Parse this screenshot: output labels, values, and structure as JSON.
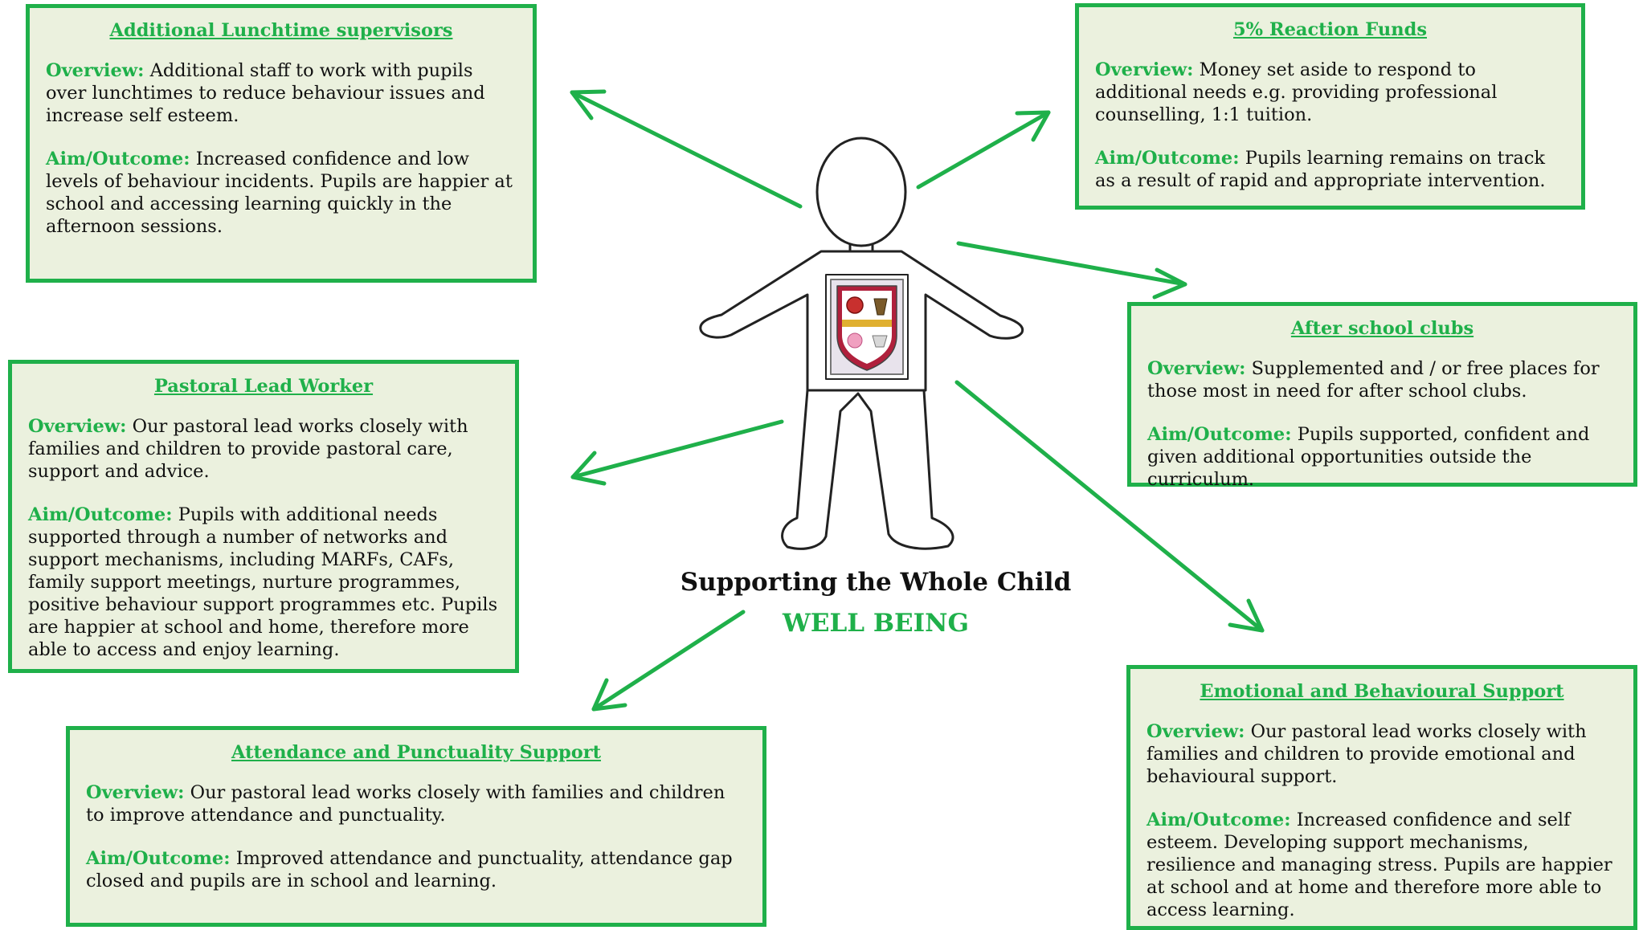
{
  "colors": {
    "accent": "#1fb04a",
    "box_fill": "#ebf1de",
    "text": "#111111"
  },
  "center": {
    "title": "Supporting the Whole Child",
    "subtitle": "WELL BEING"
  },
  "boxes": [
    {
      "title": "Additional Lunchtime supervisors",
      "overview_label": "Overview:",
      "overview": "Additional staff to work with pupils over lunchtimes to reduce behaviour issues and increase self esteem.",
      "aim_label": "Aim/Outcome:",
      "aim": "Increased confidence and low levels of behaviour incidents. Pupils are happier at school and accessing learning quickly in the afternoon sessions."
    },
    {
      "title": "5% Reaction Funds",
      "overview_label": "Overview:",
      "overview": "Money set aside to respond to additional needs e.g. providing professional counselling, 1:1 tuition.",
      "aim_label": "Aim/Outcome:",
      "aim": "Pupils learning remains on track as a result of rapid and appropriate intervention."
    },
    {
      "title": "After school clubs",
      "overview_label": "Overview:",
      "overview": "Supplemented and / or free places for those most in need for after school clubs.",
      "aim_label": "Aim/Outcome:",
      "aim": "Pupils supported, confident and given additional opportunities outside the curriculum."
    },
    {
      "title": "Pastoral Lead Worker",
      "overview_label": "Overview:",
      "overview": "Our pastoral lead works closely with families and children to provide pastoral care, support and advice.",
      "aim_label": "Aim/Outcome:",
      "aim": "Pupils with additional needs supported through a number of networks and support mechanisms, including MARFs, CAFs, family support meetings, nurture programmes, positive behaviour support programmes etc. Pupils are happier at school and home, therefore more able to access and enjoy learning."
    },
    {
      "title": "Attendance and Punctuality Support",
      "overview_label": "Overview:",
      "overview": "Our pastoral lead works closely with families and children to improve attendance and punctuality.",
      "aim_label": "Aim/Outcome:",
      "aim": "Improved attendance and punctuality, attendance gap closed and pupils are in school and learning."
    },
    {
      "title": "Emotional and Behavioural Support",
      "overview_label": "Overview:",
      "overview": "Our pastoral lead works closely with families and children to provide emotional and behavioural support.",
      "aim_label": "Aim/Outcome:",
      "aim": "Increased confidence and self esteem. Developing support mechanisms, resilience and managing stress. Pupils are happier at school and at home and therefore more able to access learning."
    }
  ]
}
